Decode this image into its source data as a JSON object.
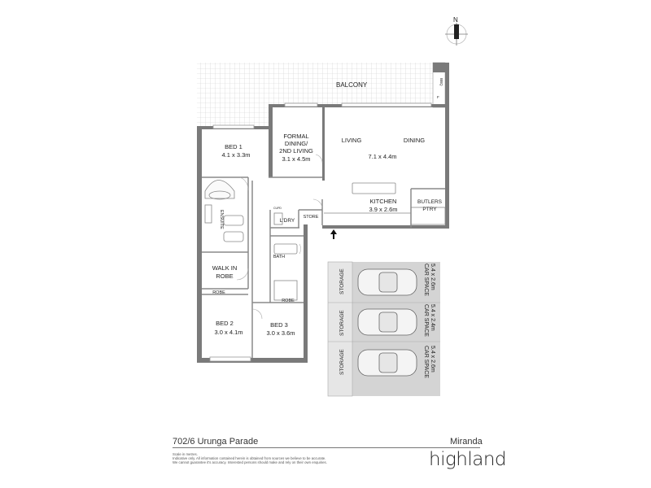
{
  "compass": {
    "north_label": "N"
  },
  "rooms": {
    "balcony": "BALCONY",
    "bbq": "BBQ",
    "f": "F",
    "formal_dining": [
      "FORMAL",
      "DINING/",
      "2ND LIVING"
    ],
    "formal_dining_size": "3.1 x 4.5m",
    "living": "LIVING",
    "dining": "DINING",
    "living_size": "7.1 x 4.4m",
    "bed1": "BED 1",
    "bed1_size": "4.1 x 3.3m",
    "ensuite": "ENSUITE",
    "kitchen": "KITCHEN",
    "kitchen_size": "3.9 x 2.6m",
    "butlers": [
      "BUTLERS",
      "PTRY"
    ],
    "cupd": "CUPD",
    "ldry": "L'DRY",
    "store": "STORE",
    "walk_in_robe": [
      "WALK IN",
      "ROBE"
    ],
    "bath": "BATH",
    "robe": "ROBE",
    "robe2": "ROBE",
    "bed2": "BED 2",
    "bed2_size": "3.0 x 4.1m",
    "bed3": "BED 3",
    "bed3_size": "3.0 x 3.6m"
  },
  "parking": [
    {
      "storage": "STORAGE",
      "label": "CAR SPACE",
      "size": "5.4 x 2.6m"
    },
    {
      "storage": "STORAGE",
      "label": "CAR SPACE",
      "size": "5.4 x 2.4m"
    },
    {
      "storage": "STORAGE",
      "label": "CAR SPACE",
      "size": "5.4 x 2.6m"
    }
  ],
  "footer": {
    "address": "702/6 Urunga Parade",
    "suburb": "Miranda",
    "disclaimer": [
      "Scale in metres.",
      "Indicative only. All information contained herein is obtained from sources we believe to be accurate.",
      "We cannot guarantee it's accuracy. Interested persons should make and rely on their own enquiries."
    ],
    "brand": "highland"
  },
  "colors": {
    "wall": "#7a7a7a",
    "parking_bg": "#d4d4d4",
    "balcony_grid": "#c8c8c8",
    "line": "#9a9a9a"
  }
}
